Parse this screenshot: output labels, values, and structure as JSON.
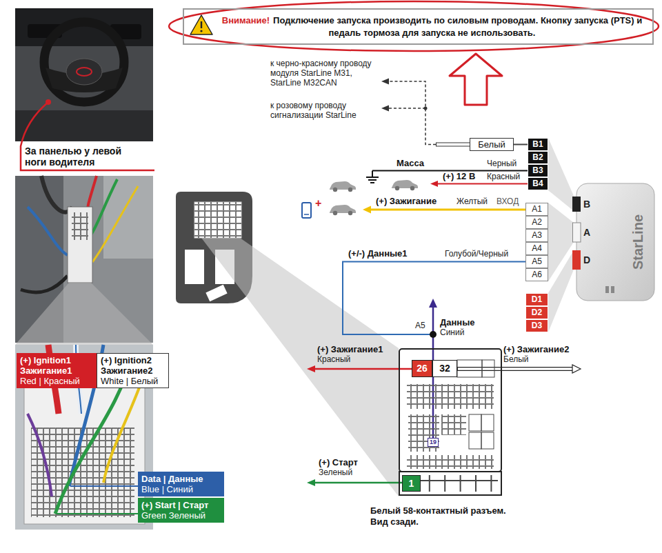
{
  "diagram": {
    "nodes": [
      {
        "text": [
          "Внимание!",
          "Подключение запуска производить по силовым проводам. Кнопку запуска (PTS) и педаль тормоза для запуска не использовать."
        ]
      },
      {
        "text": [
          "Белый"
        ]
      },
      {
        "text": [
          "B1"
        ]
      },
      {
        "text": [
          "B2"
        ]
      },
      {
        "text": [
          "B3"
        ]
      },
      {
        "text": [
          "B4"
        ]
      },
      {
        "text": [
          "B",
          "A",
          "D",
          "StarLine"
        ]
      },
      {
        "text": [
          "A1"
        ]
      },
      {
        "text": [
          "A2"
        ]
      },
      {
        "text": [
          "A3"
        ]
      },
      {
        "text": [
          "A4"
        ]
      },
      {
        "text": [
          "A5"
        ]
      },
      {
        "text": [
          "A6"
        ]
      },
      {
        "text": [
          "D1"
        ]
      },
      {
        "text": [
          "D2"
        ]
      },
      {
        "text": [
          "D3"
        ]
      },
      {
        "text": [
          "(+) Ignition1 Зажигание1",
          "Red | Красный"
        ]
      },
      {
        "text": [
          "(+) Ignition2 Зажигание2",
          "White | Белый"
        ]
      },
      {
        "text": [
          "Белый 58-контактный разъем. Вид сзади."
        ]
      },
      {
        "text": [
          "26"
        ],
        "in": 18
      },
      {
        "text": [
          "32"
        ],
        "in": 18
      },
      {
        "text": [
          "19"
        ],
        "in": 18
      },
      {
        "text": [
          "1"
        ],
        "in": 18
      },
      {
        "text": [
          "Data | Данные",
          "Blue | Синий"
        ]
      },
      {
        "text": [
          "(+) Start | Старт",
          "Green Зеленый"
        ]
      }
    ],
    "edges": [
      {
        "from": 1,
        "to": 2,
        "arrow": "none"
      },
      {
        "from": 11,
        "to": 21,
        "arrow": "none"
      }
    ],
    "labels": [
      "к черно-красному проводу модуля StarLine M31, StarLine M32CAN",
      "к розовому проводу сигнализации StarLine",
      "За панелью у левой ноги водителя",
      "Масса",
      "Черный",
      "(+) 12 В",
      "Красный",
      "+",
      "(+) Зажигание",
      "Желтый",
      "ВХОД",
      "(+/-) Данные1",
      "Голубой/Черный",
      "A5",
      "Данные",
      "Синий",
      "(+) Зажигание1",
      "Красный",
      "(+) Зажигание2",
      "Белый",
      "(+) Старт",
      "Зеленый"
    ]
  }
}
